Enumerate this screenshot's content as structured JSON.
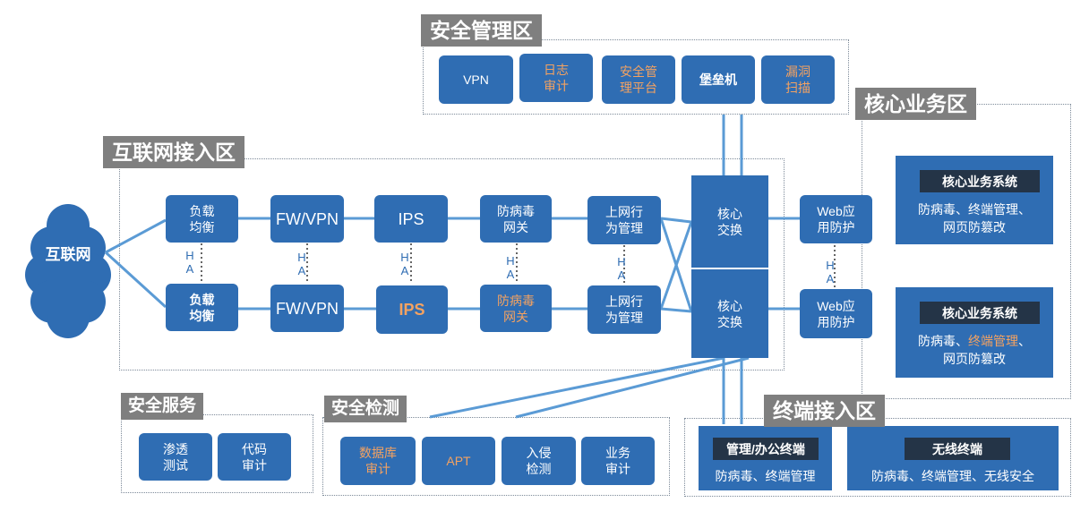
{
  "zones": {
    "internet_access": "互联网接入区",
    "security_mgmt": "安全管理区",
    "core_business": "核心业务区",
    "terminal_access": "终端接入区",
    "security_service": "安全服务",
    "security_detect": "安全检测"
  },
  "internet": "互联网",
  "top_row": {
    "lb": "负载\n均衡",
    "fw": "FW/VPN",
    "ips": "IPS",
    "av": "防病毒\n网关",
    "behavior": "上网行\n为管理"
  },
  "bottom_row": {
    "lb": "负载\n均衡",
    "fw": "FW/VPN",
    "ips": "IPS",
    "av": "防病毒\n网关",
    "behavior": "上网行\n为管理"
  },
  "ha_label": "H\nA",
  "core_switch_top": "核心\n交换",
  "core_switch_bottom": "核心\n交换",
  "waf_top": "Web应\n用防护",
  "waf_bottom": "Web应\n用防护",
  "mgmt_items": [
    "VPN",
    "日志\n审计",
    "安全管\n理平台",
    "堡垒机",
    "漏洞\n扫描"
  ],
  "core_systems": [
    {
      "title": "核心业务系统",
      "line1_a": "防病毒、终端管理、",
      "line1_b": "",
      "line1_c": "",
      "line2": "网页防篡改"
    },
    {
      "title": "核心业务系统",
      "line1_a": "防病毒、",
      "line1_b": "终端管理",
      "line1_c": "、",
      "line2": "网页防篡改"
    }
  ],
  "terminals": [
    {
      "title": "管理/办公终端",
      "desc": "防病毒、终端管理"
    },
    {
      "title": "无线终端",
      "desc": "防病毒、终端管理、无线安全"
    }
  ],
  "service_items": [
    "渗透\n测试",
    "代码\n审计"
  ],
  "detect_items": [
    "数据库\n审计",
    "APT",
    "入侵\n检测",
    "业务\n审计"
  ],
  "colors": {
    "box_blue": "#2f6db3",
    "line_blue": "#5b9bd5",
    "zone_tag_gray": "#7f7f7f",
    "title_dark": "#243447",
    "highlight_orange": "#f4a261"
  },
  "icons": {
    "internet": "cloud-icon"
  }
}
